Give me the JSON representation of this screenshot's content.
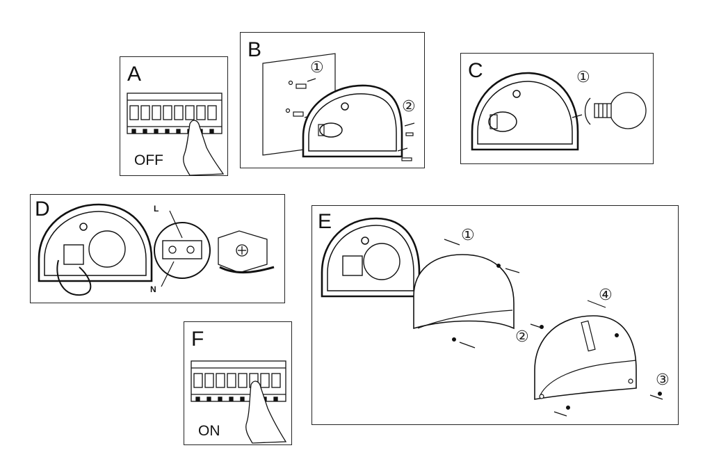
{
  "steps": {
    "a": {
      "letter": "A",
      "caption": "OFF"
    },
    "b": {
      "letter": "B",
      "markers": [
        "①",
        "②"
      ]
    },
    "c": {
      "letter": "C",
      "markers": [
        "①"
      ]
    },
    "d": {
      "letter": "D",
      "wire_labels": [
        "L",
        "N"
      ]
    },
    "e": {
      "letter": "E",
      "markers": [
        "①",
        "②",
        "③",
        "④"
      ]
    },
    "f": {
      "letter": "F",
      "caption": "ON"
    }
  }
}
